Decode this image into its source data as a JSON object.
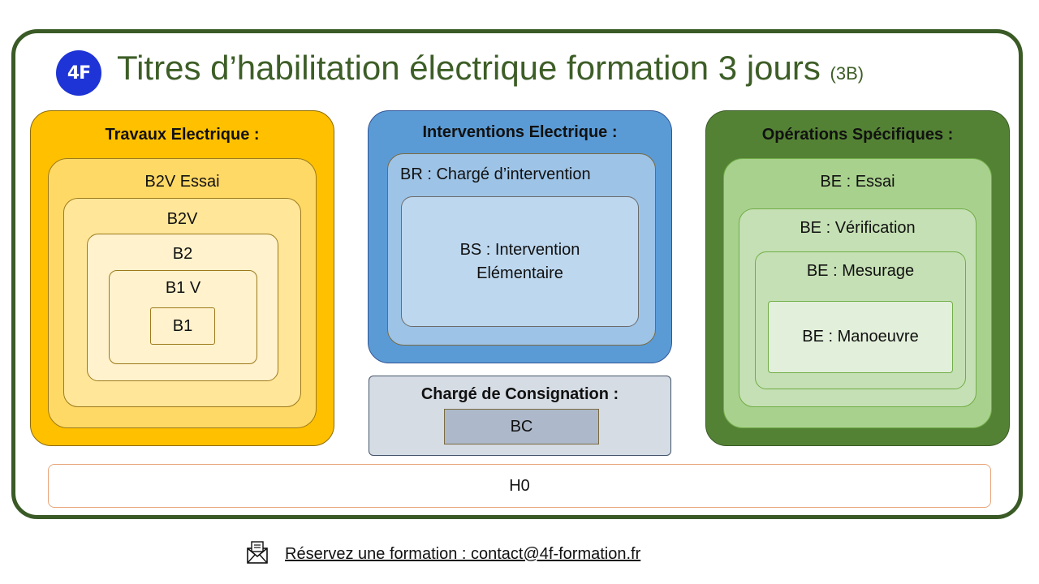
{
  "header": {
    "logo_text": "4F",
    "title": "Titres d’habilitation électrique formation 3 jours",
    "title_suffix": "(3B)"
  },
  "travaux": {
    "heading": "Travaux Electrique :",
    "levels": [
      "B2V Essai",
      "B2V",
      "B2",
      "B1 V",
      "B1"
    ]
  },
  "interventions": {
    "heading": "Interventions Electrique :",
    "br": "BR : Chargé d’intervention",
    "bs_line1": "BS : Intervention",
    "bs_line2": "Elémentaire"
  },
  "consignation": {
    "heading": "Chargé de Consignation :",
    "bc": "BC"
  },
  "operations": {
    "heading": "Opérations Spécifiques :",
    "levels": [
      "BE : Essai",
      "BE : Vérification",
      "BE : Mesurage",
      "BE : Manoeuvre"
    ]
  },
  "h0": "H0",
  "footer": {
    "link_text": "Réservez une formation : contact@4f-formation.fr",
    "icon": "envelope-icon"
  },
  "colors": {
    "frame": "#3a5a26",
    "title": "#3d5e27",
    "logo": "#1e34d6",
    "yellow_outer": "#ffc000",
    "blue_outer": "#5b9bd5",
    "green_outer": "#548235",
    "grey": "#d6dce4"
  }
}
